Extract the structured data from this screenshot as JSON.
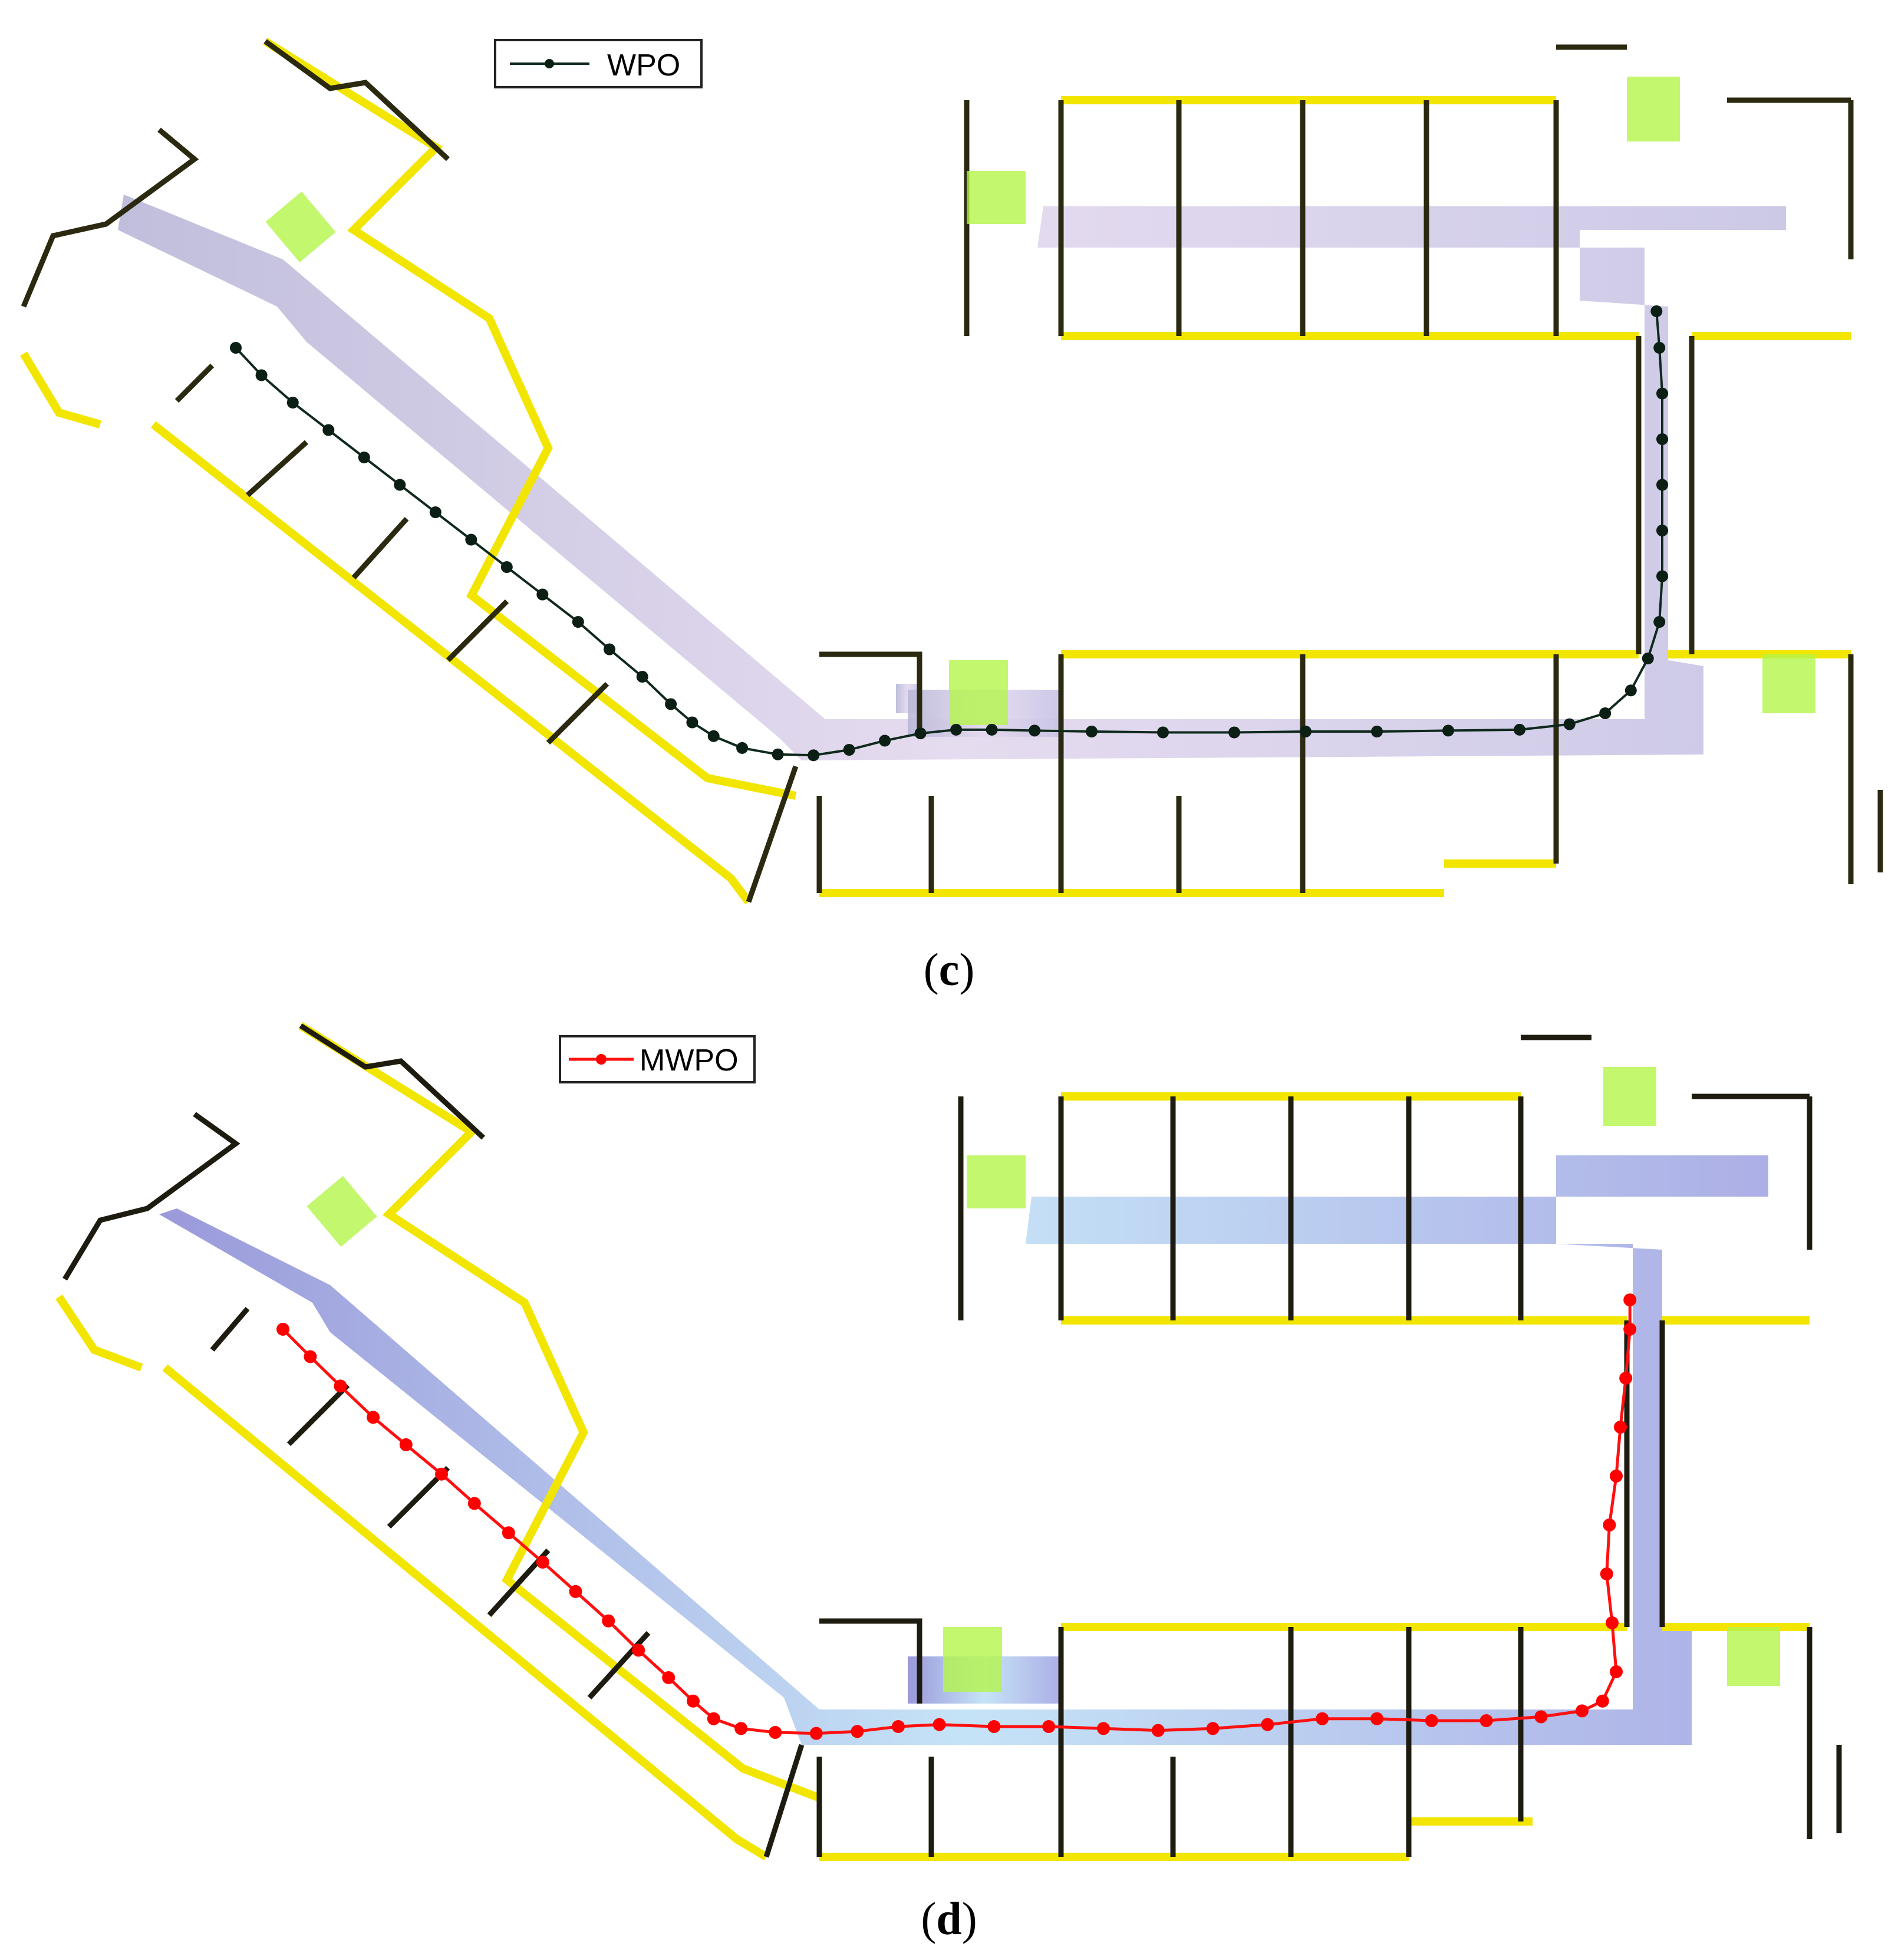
{
  "panels": [
    {
      "label_paren_open": "(",
      "label_letter": "c",
      "label_paren_close": ")",
      "legend": "WPO",
      "path_color": "#0f2a1c",
      "marker_color": "#0b1f14",
      "corridor_color": "#c7c3e6",
      "path_points": [
        [
          0.0,
          0.0
        ],
        [
          0.018,
          0.03
        ],
        [
          0.04,
          0.06
        ],
        [
          0.065,
          0.09
        ],
        [
          0.09,
          0.12
        ],
        [
          0.115,
          0.15
        ],
        [
          0.14,
          0.18
        ],
        [
          0.165,
          0.21
        ],
        [
          0.19,
          0.24
        ],
        [
          0.215,
          0.27
        ],
        [
          0.24,
          0.3
        ],
        [
          0.262,
          0.33
        ],
        [
          0.285,
          0.36
        ],
        [
          0.305,
          0.39
        ],
        [
          0.32,
          0.41
        ],
        [
          0.335,
          0.425
        ],
        [
          0.355,
          0.438
        ],
        [
          0.38,
          0.445
        ],
        [
          0.405,
          0.446
        ],
        [
          0.43,
          0.44
        ],
        [
          0.455,
          0.43
        ],
        [
          0.48,
          0.422
        ],
        [
          0.505,
          0.418
        ],
        [
          0.53,
          0.418
        ],
        [
          0.56,
          0.419
        ],
        [
          0.6,
          0.42
        ],
        [
          0.65,
          0.421
        ],
        [
          0.7,
          0.421
        ],
        [
          0.75,
          0.42
        ],
        [
          0.8,
          0.42
        ],
        [
          0.85,
          0.419
        ],
        [
          0.9,
          0.418
        ],
        [
          0.935,
          0.412
        ],
        [
          0.96,
          0.4
        ],
        [
          0.978,
          0.375
        ],
        [
          0.99,
          0.34
        ],
        [
          0.998,
          0.3
        ],
        [
          1.0,
          0.25
        ],
        [
          1.0,
          0.2
        ],
        [
          1.0,
          0.15
        ],
        [
          1.0,
          0.1
        ],
        [
          1.0,
          0.05
        ],
        [
          0.998,
          0.0
        ],
        [
          0.996,
          -0.04
        ]
      ]
    },
    {
      "label_paren_open": "(",
      "label_letter": "d",
      "label_paren_close": ")",
      "legend": "MWPO",
      "path_color": "#ff1010",
      "marker_color": "#ff0000",
      "corridor_color": "#a7c8f0",
      "path_points": [
        [
          0.0,
          0.0
        ],
        [
          0.02,
          0.028
        ],
        [
          0.042,
          0.058
        ],
        [
          0.066,
          0.09
        ],
        [
          0.09,
          0.118
        ],
        [
          0.116,
          0.148
        ],
        [
          0.14,
          0.178
        ],
        [
          0.165,
          0.208
        ],
        [
          0.19,
          0.238
        ],
        [
          0.214,
          0.268
        ],
        [
          0.238,
          0.298
        ],
        [
          0.26,
          0.328
        ],
        [
          0.282,
          0.356
        ],
        [
          0.3,
          0.38
        ],
        [
          0.315,
          0.398
        ],
        [
          0.335,
          0.408
        ],
        [
          0.36,
          0.412
        ],
        [
          0.39,
          0.413
        ],
        [
          0.42,
          0.411
        ],
        [
          0.45,
          0.406
        ],
        [
          0.48,
          0.404
        ],
        [
          0.52,
          0.406
        ],
        [
          0.56,
          0.406
        ],
        [
          0.6,
          0.408
        ],
        [
          0.64,
          0.41
        ],
        [
          0.68,
          0.408
        ],
        [
          0.72,
          0.404
        ],
        [
          0.76,
          0.398
        ],
        [
          0.8,
          0.398
        ],
        [
          0.84,
          0.4
        ],
        [
          0.88,
          0.4
        ],
        [
          0.92,
          0.396
        ],
        [
          0.95,
          0.39
        ],
        [
          0.965,
          0.38
        ],
        [
          0.975,
          0.35
        ],
        [
          0.972,
          0.3
        ],
        [
          0.968,
          0.25
        ],
        [
          0.97,
          0.2
        ],
        [
          0.975,
          0.15
        ],
        [
          0.978,
          0.1
        ],
        [
          0.982,
          0.05
        ],
        [
          0.985,
          0.0
        ],
        [
          0.985,
          -0.03
        ]
      ]
    }
  ]
}
